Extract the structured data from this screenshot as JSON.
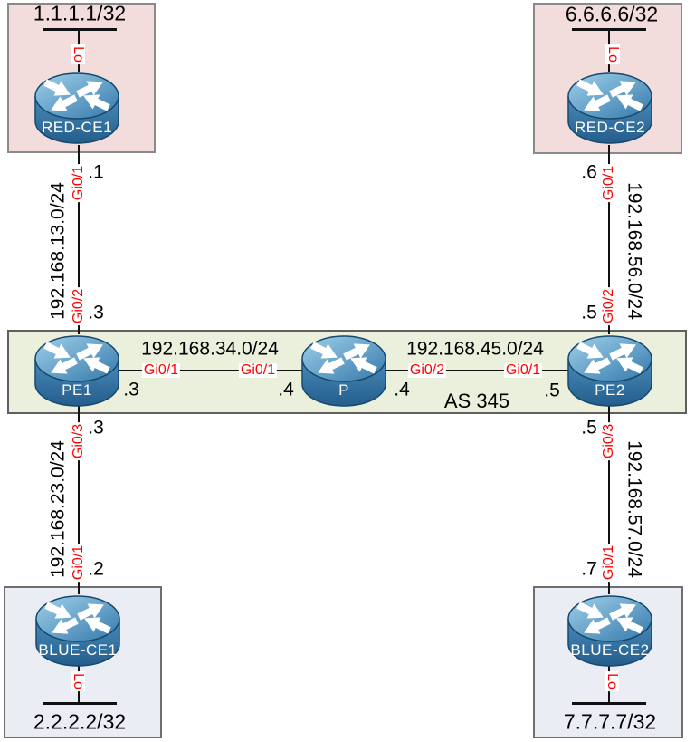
{
  "routers": {
    "red_ce1": "RED-CE1",
    "red_ce2": "RED-CE2",
    "blue_ce1": "BLUE-CE1",
    "blue_ce2": "BLUE-CE2",
    "pe1": "PE1",
    "p": "P",
    "pe2": "PE2"
  },
  "as_label": "AS 345",
  "loopbacks": {
    "tag": "Lo",
    "red_ce1": "1.1.1.1/32",
    "red_ce2": "6.6.6.6/32",
    "blue_ce1": "2.2.2.2/32",
    "blue_ce2": "7.7.7.7/32"
  },
  "links": {
    "red_ce1_pe1": {
      "subnet": "192.168.13.0/24",
      "ce_if": "Gi0/1",
      "ce_ip": ".1",
      "pe_if": "Gi0/2",
      "pe_ip": ".3"
    },
    "red_ce2_pe2": {
      "subnet": "192.168.56.0/24",
      "ce_if": "Gi0/1",
      "ce_ip": ".6",
      "pe_if": "Gi0/2",
      "pe_ip": ".5"
    },
    "pe1_p": {
      "subnet": "192.168.34.0/24",
      "pe1_if": "Gi0/1",
      "pe1_ip": ".3",
      "p_if": "Gi0/1",
      "p_ip": ".4"
    },
    "p_pe2": {
      "subnet": "192.168.45.0/24",
      "p_if": "Gi0/2",
      "p_ip": ".4",
      "pe2_if": "Gi0/1",
      "pe2_ip": ".5"
    },
    "pe1_blue_ce1": {
      "subnet": "192.168.23.0/24",
      "pe_if": "Gi0/3",
      "pe_ip": ".3",
      "ce_if": "Gi0/1",
      "ce_ip": ".2"
    },
    "pe2_blue_ce2": {
      "subnet": "192.168.57.0/24",
      "pe_if": "Gi0/3",
      "pe_ip": ".5",
      "ce_if": "Gi0/1",
      "ce_ip": ".7"
    }
  },
  "colors": {
    "red_site_fill": "#f2dddc",
    "blue_site_fill": "#eaeef4",
    "core_fill": "#ebf0dd",
    "site_border": "#8a8a8a",
    "interface_text": "#ff0000",
    "link_line": "#111111",
    "router_body": "#2a6697",
    "router_top": "#9fd0ea"
  }
}
